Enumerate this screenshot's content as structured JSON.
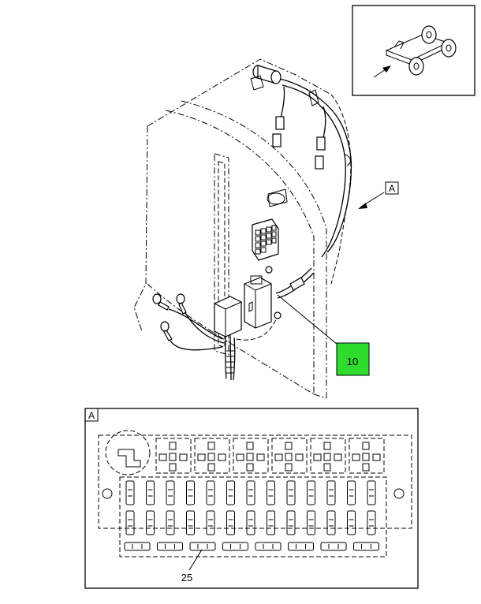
{
  "callouts": {
    "part_10": "10",
    "part_25": "25",
    "view_a_pointer": "A",
    "view_a_label": "A"
  },
  "colors": {
    "callout_highlight": "#2edc2e",
    "line": "#000000",
    "background": "#ffffff"
  }
}
